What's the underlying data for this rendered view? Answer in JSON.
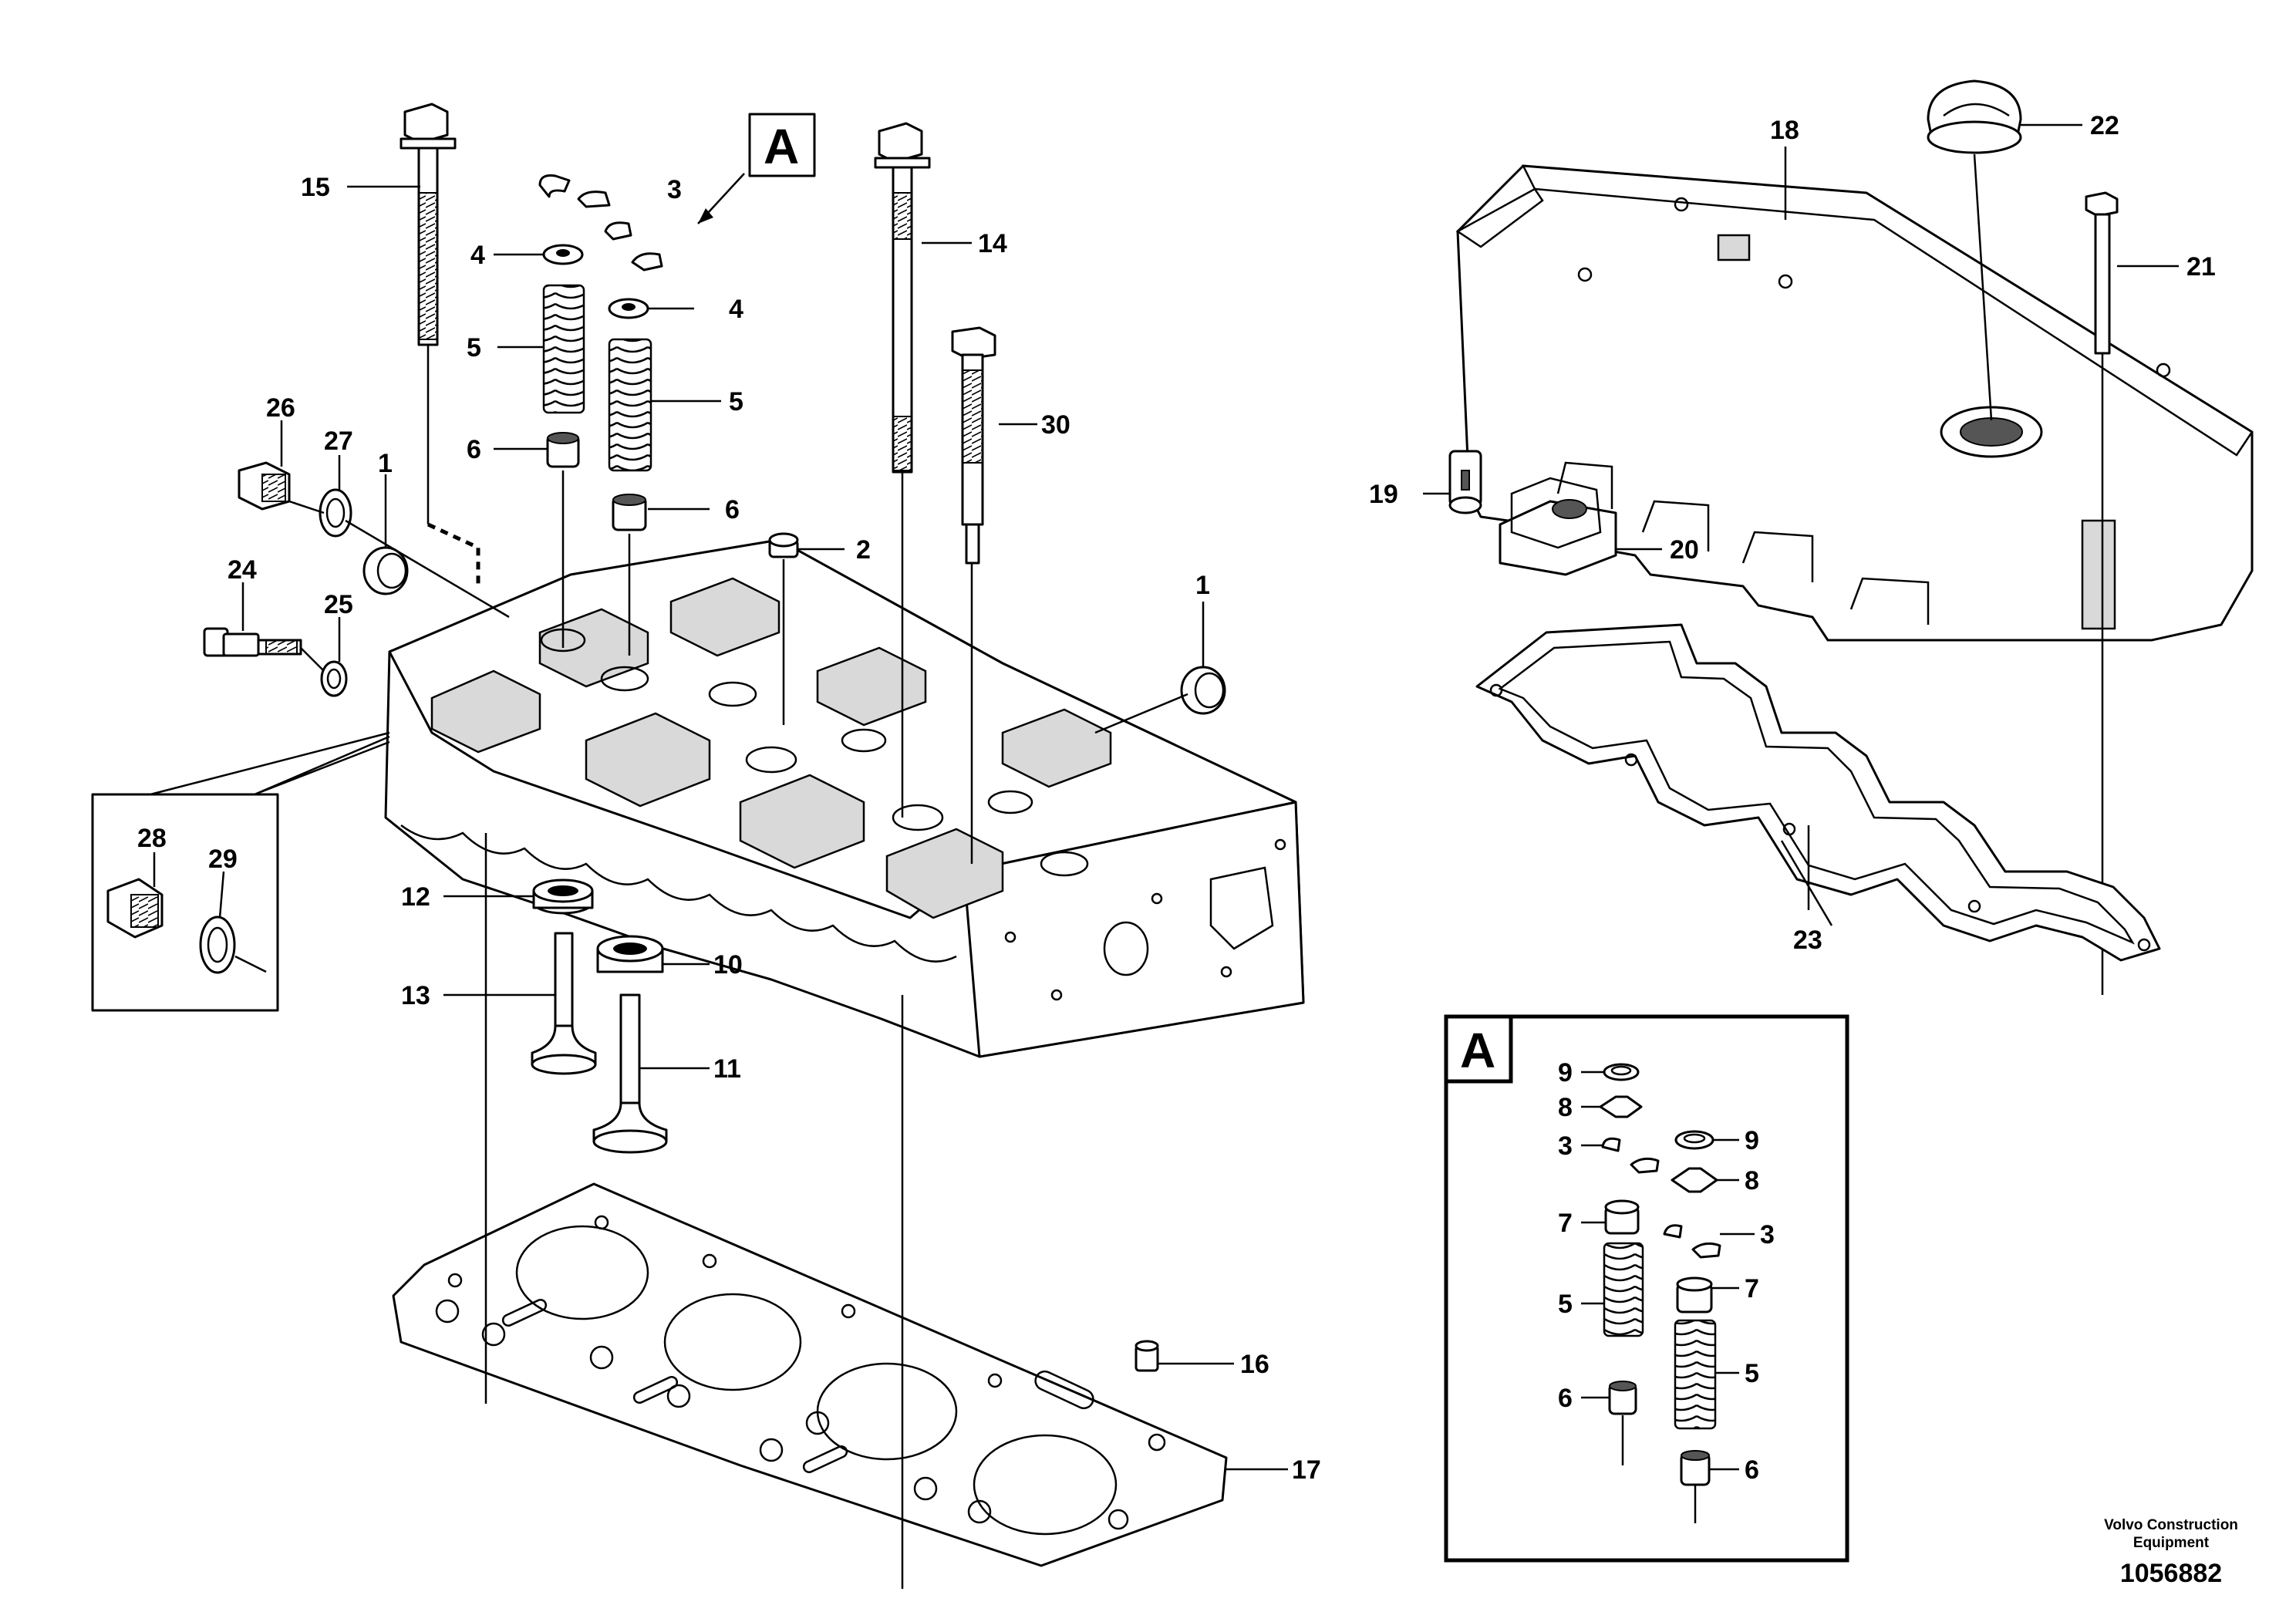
{
  "diagram": {
    "detail_box_letter": "A",
    "credit_line1": "Volvo Construction",
    "credit_line2": "Equipment",
    "document_number": "1056882"
  },
  "callouts": {
    "n1a": "1",
    "n1b": "1",
    "n2": "2",
    "n3a": "3",
    "n4a": "4",
    "n4b": "4",
    "n5a": "5",
    "n5b": "5",
    "n6a": "6",
    "n6b": "6",
    "n10": "10",
    "n11": "11",
    "n12": "12",
    "n13": "13",
    "n14": "14",
    "n15": "15",
    "n16": "16",
    "n17": "17",
    "n18": "18",
    "n19": "19",
    "n20": "20",
    "n21": "21",
    "n22": "22",
    "n23": "23",
    "n24": "24",
    "n25": "25",
    "n26": "26",
    "n27": "27",
    "n28": "28",
    "n29": "29",
    "n30": "30"
  },
  "detail_a": {
    "n9a": "9",
    "n9b": "9",
    "n8a": "8",
    "n8b": "8",
    "n3a": "3",
    "n3b": "3",
    "n7a": "7",
    "n7b": "7",
    "n5a": "5",
    "n5b": "5",
    "n6a": "6",
    "n6b": "6"
  }
}
